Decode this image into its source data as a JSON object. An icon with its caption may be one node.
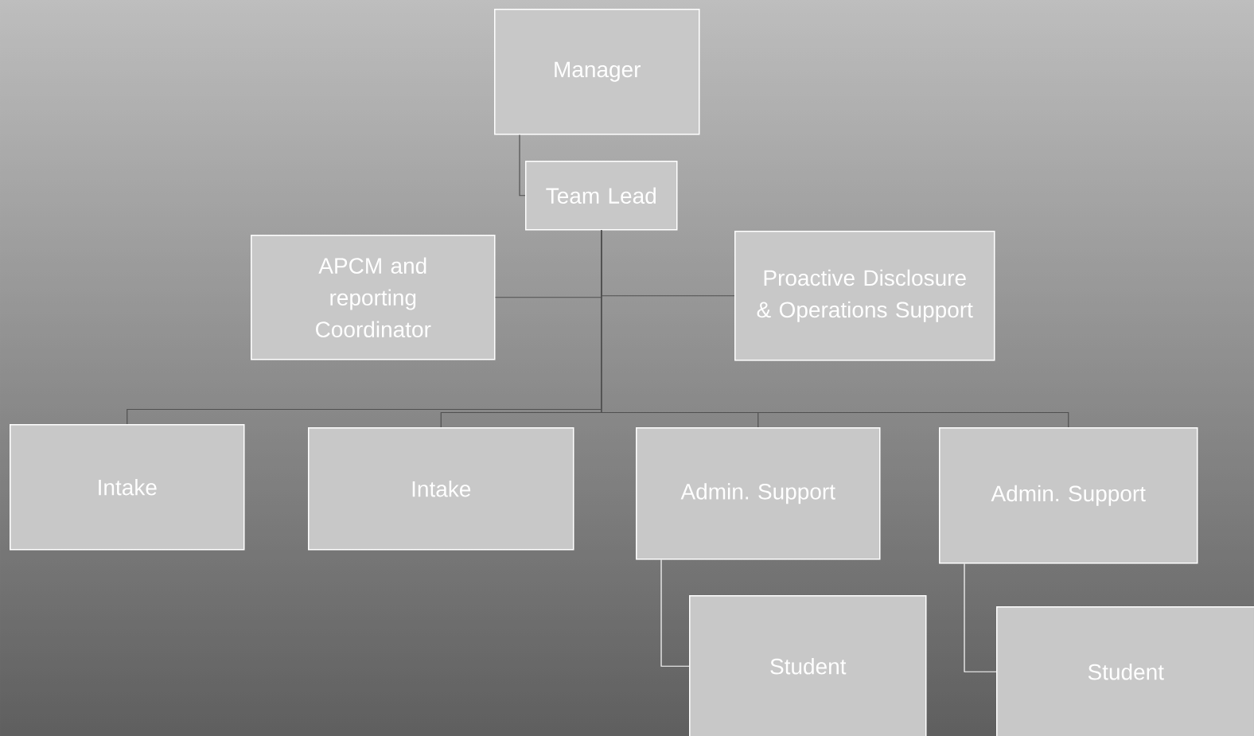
{
  "diagram": {
    "nodes": [
      {
        "text": [
          "Manager"
        ]
      },
      {
        "text": [
          "Team Lead"
        ]
      },
      {
        "text": [
          "APCM and reporting Coordinator"
        ]
      },
      {
        "text": [
          "Proactive Disclosure & Operations Support"
        ]
      },
      {
        "text": [
          "Intake"
        ]
      },
      {
        "text": [
          "Intake"
        ]
      },
      {
        "text": [
          "Admin. Support"
        ]
      },
      {
        "text": [
          "Admin. Support"
        ]
      },
      {
        "text": [
          "Student"
        ]
      },
      {
        "text": [
          "Student"
        ]
      }
    ],
    "edges": [
      {
        "from": 0,
        "to": 1,
        "arrow": "none"
      },
      {
        "from": 1,
        "to": 2,
        "arrow": "none"
      },
      {
        "from": 1,
        "to": 3,
        "arrow": "none"
      },
      {
        "from": 1,
        "to": 4,
        "arrow": "none"
      },
      {
        "from": 1,
        "to": 5,
        "arrow": "none"
      },
      {
        "from": 1,
        "to": 6,
        "arrow": "none"
      },
      {
        "from": 1,
        "to": 7,
        "arrow": "none"
      },
      {
        "from": 6,
        "to": 8,
        "arrow": "none",
        "color": "#ffffff"
      },
      {
        "from": 7,
        "to": 9,
        "arrow": "none",
        "color": "#ffffff"
      }
    ]
  }
}
